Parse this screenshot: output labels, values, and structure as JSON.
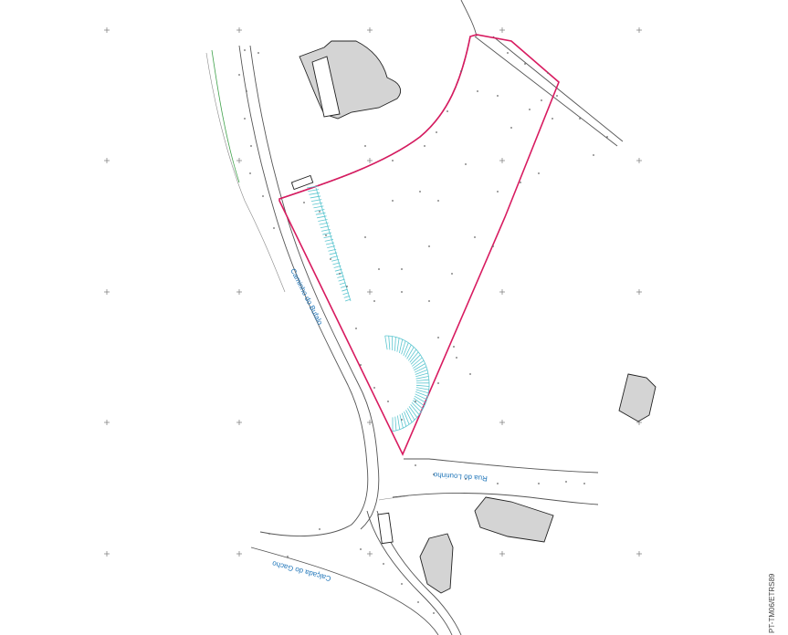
{
  "map": {
    "streets": [
      {
        "id": "caminho-sul",
        "name": "Caminho do Bufalo"
      },
      {
        "id": "rua-lourinho",
        "name": "Rua do Lourinho"
      },
      {
        "id": "calcada-gacho",
        "name": "Calçada do Gacho"
      }
    ],
    "datum_label": "PT-TM06/ETRS89",
    "colors": {
      "boundary": "#d81b60",
      "slope_hatch": "#5cc6d0",
      "street_label": "#1d74b8",
      "building_fill": "#d4d4d4"
    }
  }
}
